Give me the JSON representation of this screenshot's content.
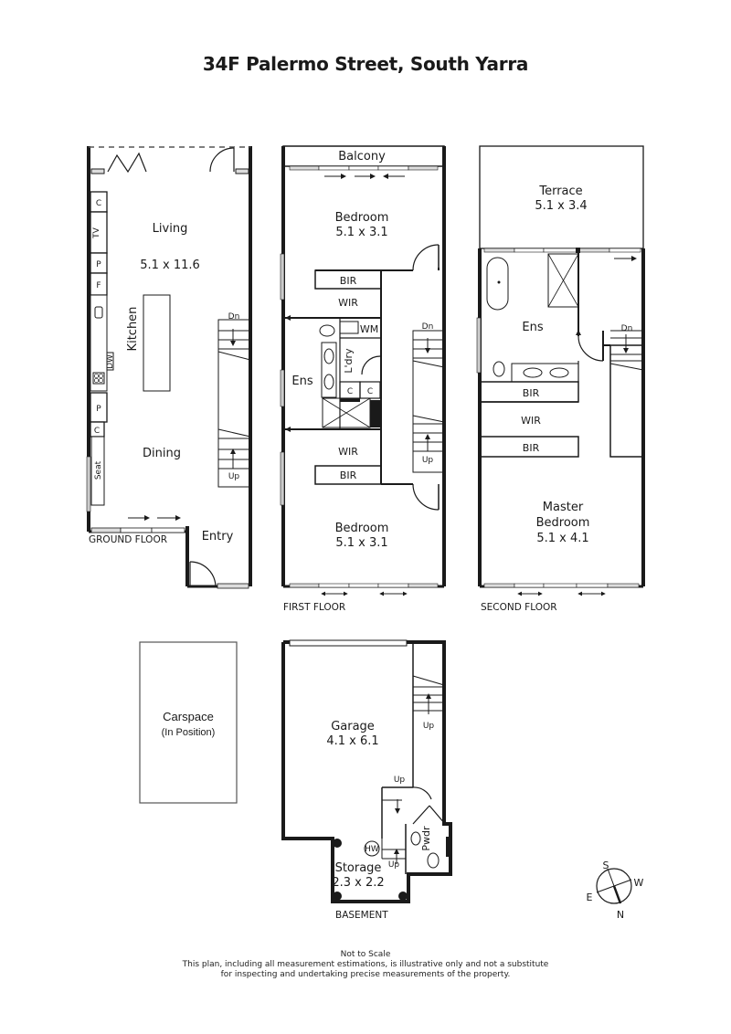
{
  "title": "34F Palermo Street, South Yarra",
  "floors": {
    "ground": {
      "label": "GROUND FLOOR",
      "rooms": {
        "living": {
          "name": "Living",
          "size": "5.1 x 11.6"
        },
        "kitchen": {
          "name": "Kitchen"
        },
        "dining": {
          "name": "Dining"
        },
        "entry": {
          "name": "Entry"
        }
      },
      "fixtures": {
        "c1": "C",
        "tv": "TV",
        "p1": "P",
        "f": "F",
        "dw": "DW",
        "p2": "P",
        "c2": "C",
        "seat": "Seat"
      },
      "stairs": {
        "down": "Dn",
        "up": "Up"
      }
    },
    "first": {
      "label": "FIRST FLOOR",
      "rooms": {
        "balcony": {
          "name": "Balcony"
        },
        "bedroom1": {
          "name": "Bedroom",
          "size": "5.1 x 3.1"
        },
        "bir1": {
          "name": "BIR"
        },
        "wir1": {
          "name": "WIR"
        },
        "ens": {
          "name": "Ens"
        },
        "laundry": {
          "name": "L'dry"
        },
        "wm": {
          "name": "WM"
        },
        "c1": {
          "name": "C"
        },
        "c2": {
          "name": "C"
        },
        "wir2": {
          "name": "WIR"
        },
        "bir2": {
          "name": "BIR"
        },
        "bedroom2": {
          "name": "Bedroom",
          "size": "5.1 x 3.1"
        }
      },
      "stairs": {
        "down": "Dn",
        "up": "Up"
      }
    },
    "second": {
      "label": "SECOND FLOOR",
      "rooms": {
        "terrace": {
          "name": "Terrace",
          "size": "5.1 x 3.4"
        },
        "ens": {
          "name": "Ens"
        },
        "bir1": {
          "name": "BIR"
        },
        "wir": {
          "name": "WIR"
        },
        "bir2": {
          "name": "BIR"
        },
        "master": {
          "name_line1": "Master",
          "name_line2": "Bedroom",
          "size": "5.1 x 4.1"
        }
      },
      "stairs": {
        "down": "Dn"
      }
    },
    "basement": {
      "label": "BASEMENT",
      "rooms": {
        "carspace": {
          "name": "Carspace",
          "note": "(In Position)"
        },
        "garage": {
          "name": "Garage",
          "size": "4.1 x 6.1"
        },
        "storage": {
          "name": "Storage",
          "size": "2.3 x 2.2"
        },
        "powder": {
          "name": "Pwdr"
        },
        "hw": {
          "name": "HW"
        }
      },
      "stairs": {
        "up1": "Up",
        "up2": "Up",
        "up3": "Up"
      }
    }
  },
  "compass": {
    "s": "S",
    "w": "W",
    "e": "E",
    "n": "N"
  },
  "footer": {
    "line1": "Not to Scale",
    "line2": "This plan, including all measurement estimations, is illustrative only and not a substitute",
    "line3": "for inspecting and undertaking precise measurements of the property."
  }
}
